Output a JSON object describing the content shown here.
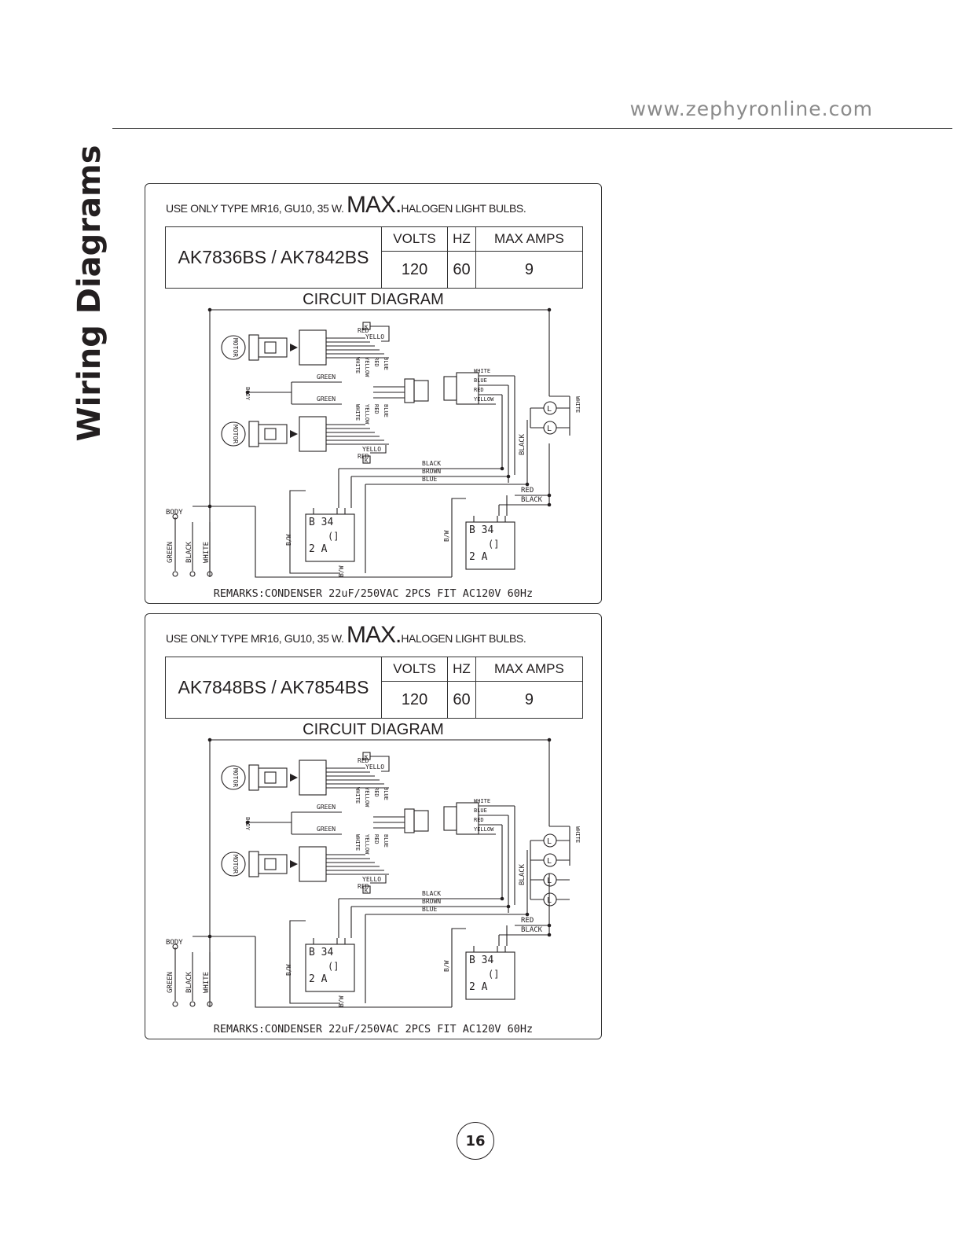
{
  "header": {
    "website": "www.zephyronline.com"
  },
  "section_title": "Wiring Diagrams",
  "panels": [
    {
      "bulb_note_prefix": "USE ONLY TYPE MR16, GU10, 35 W.",
      "bulb_note_max": "MAX.",
      "bulb_note_suffix": "HALOGEN LIGHT BULBS.",
      "model": "AK7836BS / AK7842BS",
      "spec_headers": [
        "VOLTS",
        "HZ",
        "MAX AMPS"
      ],
      "spec_values": [
        "120",
        "60",
        "9"
      ],
      "circuit_title": "CIRCUIT DIAGRAM",
      "lamp_count": 2,
      "remarks": "REMARKS:CONDENSER 22uF/250VAC 2PCS FIT AC120V 60Hz"
    },
    {
      "bulb_note_prefix": "USE ONLY TYPE MR16, GU10, 35 W.",
      "bulb_note_max": "MAX.",
      "bulb_note_suffix": "HALOGEN LIGHT BULBS.",
      "model": "AK7848BS / AK7854BS",
      "spec_headers": [
        "VOLTS",
        "HZ",
        "MAX AMPS"
      ],
      "spec_values": [
        "120",
        "60",
        "9"
      ],
      "circuit_title": "CIRCUIT DIAGRAM",
      "lamp_count": 4,
      "remarks": "REMARKS:CONDENSER 22uF/250VAC 2PCS FIT AC120V 60Hz"
    }
  ],
  "diagram_labels": {
    "motor": "MOTOR",
    "body": "BODY",
    "green": "GREEN",
    "black": "BLACK",
    "white": "WHITE",
    "red": "RED",
    "blue": "BLUE",
    "yellow": "YELLOW",
    "yello": "YELLO",
    "brown": "BROWN",
    "bw": "B/W",
    "lamp": "L",
    "capacitor_top": "B 34",
    "capacitor_bottom": "2  A",
    "capacitor_mid": "(]",
    "switch": "K"
  },
  "page_number": "16"
}
